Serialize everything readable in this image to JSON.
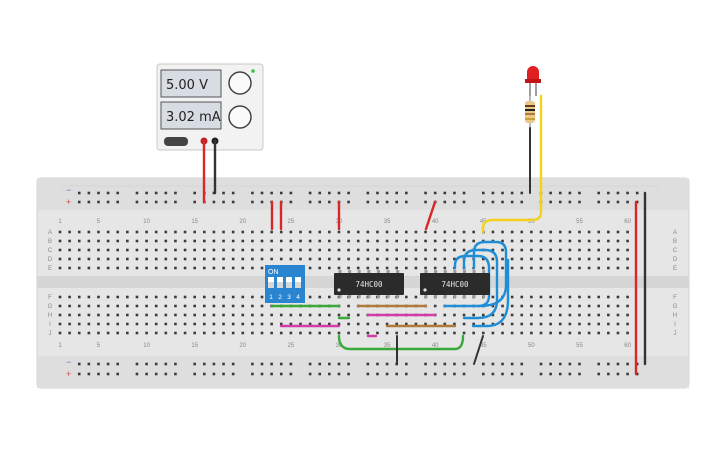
{
  "power_supply": {
    "voltage_display": "5.00 V",
    "current_display": "3.02 mA"
  },
  "dip_switch": {
    "label_on": "ON",
    "switch_numbers": [
      "1",
      "2",
      "3",
      "4"
    ]
  },
  "chips": [
    {
      "label": "74HC00"
    },
    {
      "label": "74HC00"
    }
  ],
  "breadboard": {
    "column_numbers": [
      "1",
      "5",
      "10",
      "15",
      "20",
      "25",
      "30",
      "35",
      "40",
      "45",
      "50",
      "55",
      "60"
    ],
    "row_letters_top": [
      "A",
      "B",
      "C",
      "D",
      "E"
    ],
    "row_letters_bottom": [
      "F",
      "G",
      "H",
      "I",
      "J"
    ],
    "rail_plus": "+",
    "rail_minus": "−"
  },
  "colors": {
    "wire_red": "#d62828",
    "wire_black": "#333333",
    "wire_yellow": "#f2d21b",
    "wire_green": "#3aa83a",
    "wire_blue": "#1e8fd6",
    "wire_magenta": "#d43aa8",
    "wire_brown": "#b07a3a",
    "dip_blue": "#2a85d0",
    "led_red": "#e02020"
  }
}
